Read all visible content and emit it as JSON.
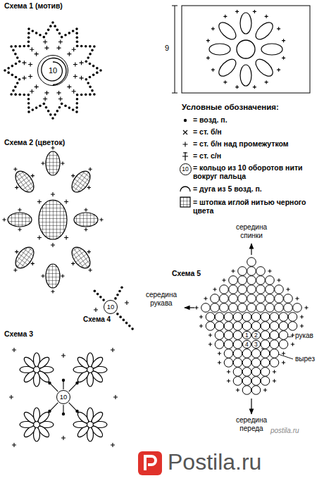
{
  "diagram": {
    "nodes": [
      {
        "text": [
          "10"
        ]
      },
      {
        "text": [
          "10"
        ]
      },
      {
        "text": [
          "10"
        ]
      },
      {
        "text": [
          "10"
        ]
      },
      {
        "text": [
          "1"
        ]
      },
      {
        "text": [
          "2"
        ]
      },
      {
        "text": [
          "4"
        ]
      },
      {
        "text": [
          "3"
        ]
      }
    ],
    "labels": [
      "Схема 1 (мотив)",
      "9",
      "Условные обозначения:",
      "Схема 2 (цветок)",
      "Схема 4",
      "Схема 3",
      "Схема 5",
      "середина спинки",
      "середина рукава",
      "рукав",
      "вырез",
      "середина переда",
      "postila.ru",
      "Postila.ru"
    ],
    "legend": [
      {
        "text": "= возд. п."
      },
      {
        "text": "= ст. б/н"
      },
      {
        "text": "= ст. б/н над промежутком"
      },
      {
        "text": "= ст. с/н"
      },
      {
        "text": "= кольцо из 10 оборотов нити вокруг пальца"
      },
      {
        "text": "= дуга из 5 возд. п."
      },
      {
        "text": "= штопка иглой нитью черного цвета"
      }
    ]
  }
}
